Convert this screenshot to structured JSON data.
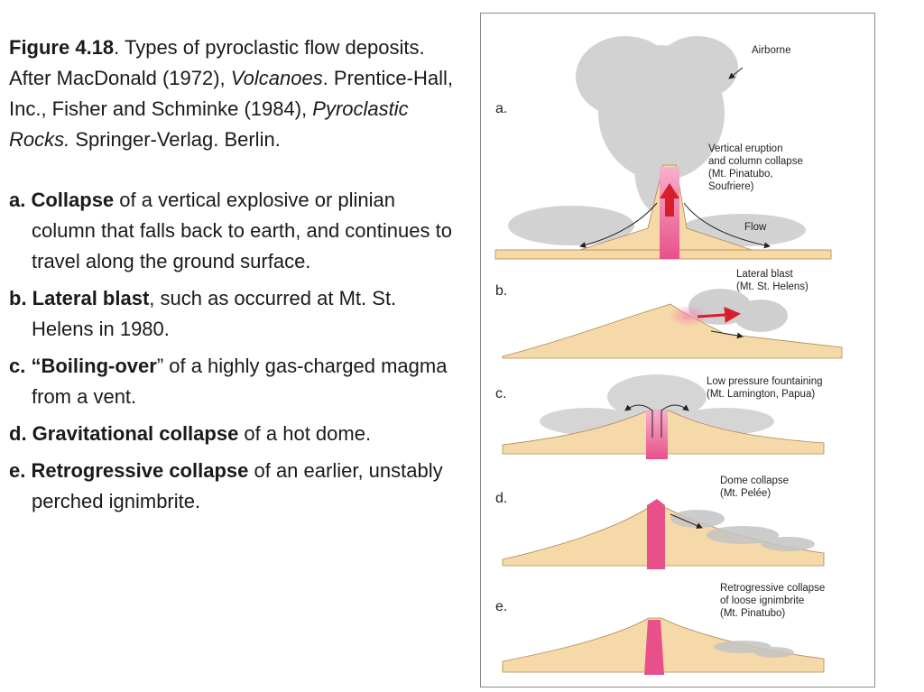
{
  "caption": {
    "figure_num": "Figure 4.18",
    "text1": ". Types of pyroclastic flow deposits. After MacDonald (1972), ",
    "book1": "Volcanoes",
    "text2": ". Prentice-Hall, Inc., Fisher and Schminke (1984), ",
    "book2": "Pyroclastic Rocks.",
    "text3": " Springer-Verlag. Berlin."
  },
  "items": [
    {
      "prefix": "a. ",
      "bold": "Collapse",
      "rest": " of a vertical explosive or plinian column that falls back to earth, and continues to travel along the ground surface."
    },
    {
      "prefix": "b.  ",
      "bold": "Lateral blast",
      "rest": ", such as occurred at Mt. St. Helens in 1980."
    },
    {
      "prefix": "c.  “",
      "bold": "Boiling-over",
      "rest": "” of a highly gas-charged magma from a vent."
    },
    {
      "prefix": "d. ",
      "bold": "Gravitational collapse",
      "rest": " of a hot dome."
    },
    {
      "prefix": "e. ",
      "bold": "Retrogressive collapse",
      "rest": " of an earlier, unstably perched ignimbrite."
    }
  ],
  "figure": {
    "panels": [
      {
        "letter": "a.",
        "labels": [
          "Airborne",
          "Vertical eruption",
          "and column collapse",
          "(Mt. Pinatubo,",
          "Soufriere)",
          "Flow"
        ]
      },
      {
        "letter": "b.",
        "labels": [
          "Lateral blast",
          "(Mt. St. Helens)"
        ]
      },
      {
        "letter": "c.",
        "labels": [
          "Low pressure fountaining",
          "(Mt. Lamington, Papua)"
        ]
      },
      {
        "letter": "d.",
        "labels": [
          "Dome collapse",
          "(Mt. Pelée)"
        ]
      },
      {
        "letter": "e.",
        "labels": [
          "Retrogressive collapse",
          "of loose ignimbrite",
          "(Mt. Pinatubo)"
        ]
      }
    ],
    "colors": {
      "ground": "#f5d9a8",
      "ground_edge": "#b08850",
      "magma": "#e8508a",
      "arrow": "#d81e2a",
      "ash": "#bdbdbd"
    }
  }
}
